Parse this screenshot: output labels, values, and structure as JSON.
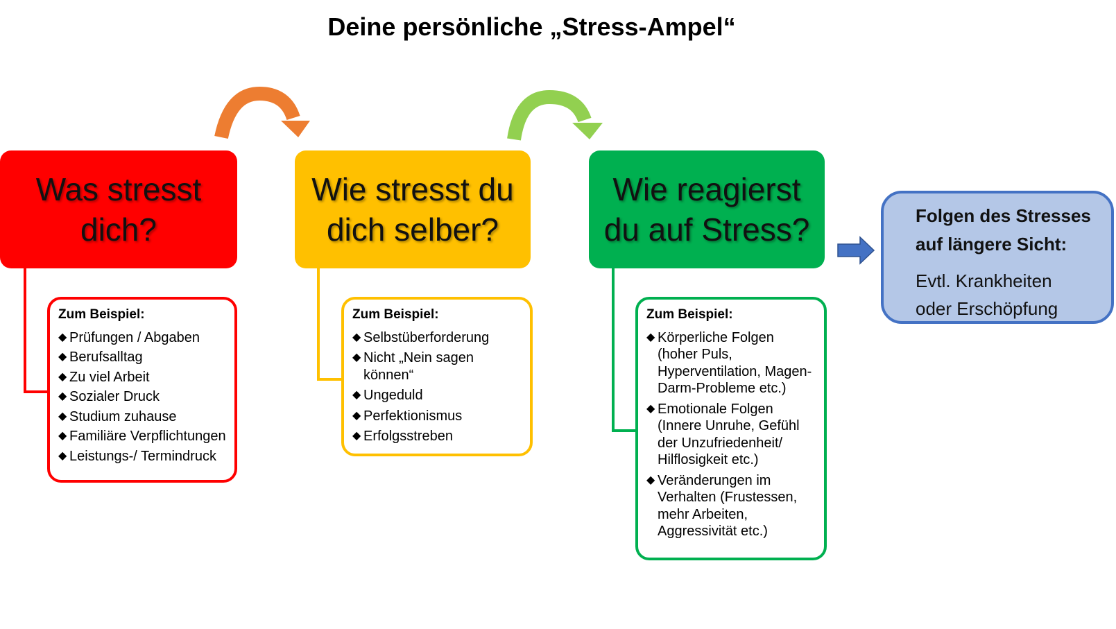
{
  "title": "Deine persönliche „Stress-Ampel“",
  "colors": {
    "red": "#ff0000",
    "yellow": "#ffc000",
    "green": "#00b050",
    "orange_arrow": "#ed7d31",
    "lightgreen_arrow": "#92d050",
    "blue_arrow": "#4472c4",
    "final_fill": "#b4c7e7"
  },
  "steps": [
    {
      "heading": "Was stresst\ndich?",
      "examples_label": "Zum Beispiel:",
      "examples": [
        "Prüfungen / Abgaben",
        "Berufsalltag",
        "Zu viel Arbeit",
        "Sozialer Druck",
        "Studium zuhause",
        "Familiäre Verpflichtungen",
        "Leistungs-/ Termindruck"
      ]
    },
    {
      "heading": "Wie stresst du\ndich selber?",
      "examples_label": "Zum Beispiel:",
      "examples": [
        "Selbstüberforderung",
        "Nicht „Nein sagen\nkönnen“",
        "Ungeduld",
        "Perfektionismus",
        "Erfolgsstreben"
      ]
    },
    {
      "heading": "Wie reagierst\ndu auf Stress?",
      "examples_label": "Zum Beispiel:",
      "examples": [
        "Körperliche Folgen\n(hoher Puls,\nHyperventilation, Magen-\nDarm-Probleme etc.)",
        "Emotionale Folgen\n(Innere Unruhe, Gefühl\nder Unzufriedenheit/\nHilflosigkeit etc.)",
        "Veränderungen im\nVerhalten (Frustessen,\nmehr Arbeiten,\nAggressivität etc.)"
      ]
    }
  ],
  "bullet_symbol": "◆",
  "final": {
    "heading": "Folgen des Stresses\nauf längere Sicht:",
    "text": "Evtl. Krankheiten\noder Erschöpfung"
  }
}
